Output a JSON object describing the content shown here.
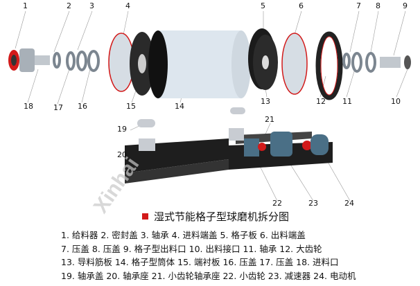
{
  "title": "湿式节能格子型球磨机拆分图",
  "callouts": [
    "1",
    "2",
    "3",
    "4",
    "5",
    "6",
    "7",
    "8",
    "9",
    "10",
    "11",
    "12",
    "13",
    "14",
    "15",
    "16",
    "17",
    "18",
    "19",
    "20",
    "21",
    "22",
    "23",
    "24"
  ],
  "legend_lines": [
    "1. 给料器  2. 密封盖  3. 轴承  4. 进料端盖  5. 格子板  6. 出料端盖",
    "7. 压盖  8. 压盖  9. 格子型出料口  10. 出料接口  11. 轴承  12. 大齿轮",
    "13. 导料筋板  14. 格子型筒体  15. 端衬板  16. 压盖  17. 压盖  18. 进料口",
    "19. 轴承盖  20. 轴承座  21. 小齿轮轴承座  22. 小齿轮  23. 减速器  24. 电动机"
  ],
  "watermark": "Xinhai",
  "colors": {
    "accent": "#d21a1a",
    "body": "#dde6ee",
    "frame": "#1e1e1e",
    "machine": "#4a6f86"
  }
}
